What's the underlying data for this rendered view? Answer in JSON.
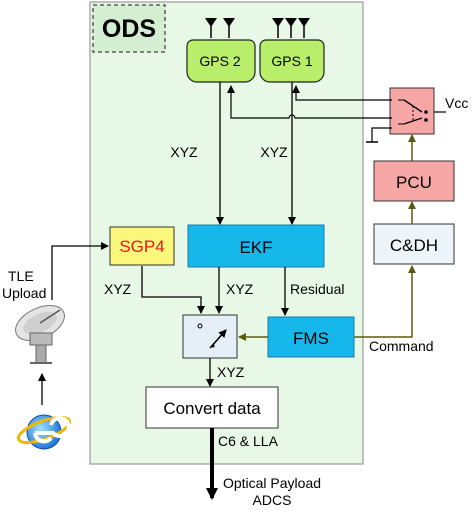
{
  "ods": {
    "title": "ODS"
  },
  "gps": [
    {
      "label": "GPS 2"
    },
    {
      "label": "GPS 1"
    }
  ],
  "blocks": {
    "sgp4": "SGP4",
    "ekf": "EKF",
    "fms": "FMS",
    "convert": "Convert data",
    "pcu": "PCU",
    "cdh": "C&DH"
  },
  "signals": {
    "xyz_gps2": "XYZ",
    "xyz_gps1": "XYZ",
    "xyz_sgp4": "XYZ",
    "xyz_ekf": "XYZ",
    "residual": "Residual",
    "xyz_switch": "XYZ",
    "c6_lla": "C6 & LLA",
    "command": "Command",
    "vcc": "Vcc"
  },
  "external": {
    "tle_line1": "TLE",
    "tle_line2": "Upload",
    "output_line1": "Optical Payload",
    "output_line2": "ADCS"
  },
  "colors": {
    "ods_fill": "#e8f8e6",
    "gps_fill": "#b8ee6a",
    "ekf_fill": "#16b8ec",
    "sgp4_fill": "#fbf77a",
    "sgp4_text": "#e41a1a",
    "pcu_fill": "#f7a6a6",
    "cdh_fill": "#eef5fa",
    "connector": "#5a5a10"
  },
  "icons": [
    "satellite-dish-icon",
    "internet-explorer-icon",
    "double-pole-switch-icon",
    "selector-switch-icon",
    "gps-antenna-icon"
  ]
}
